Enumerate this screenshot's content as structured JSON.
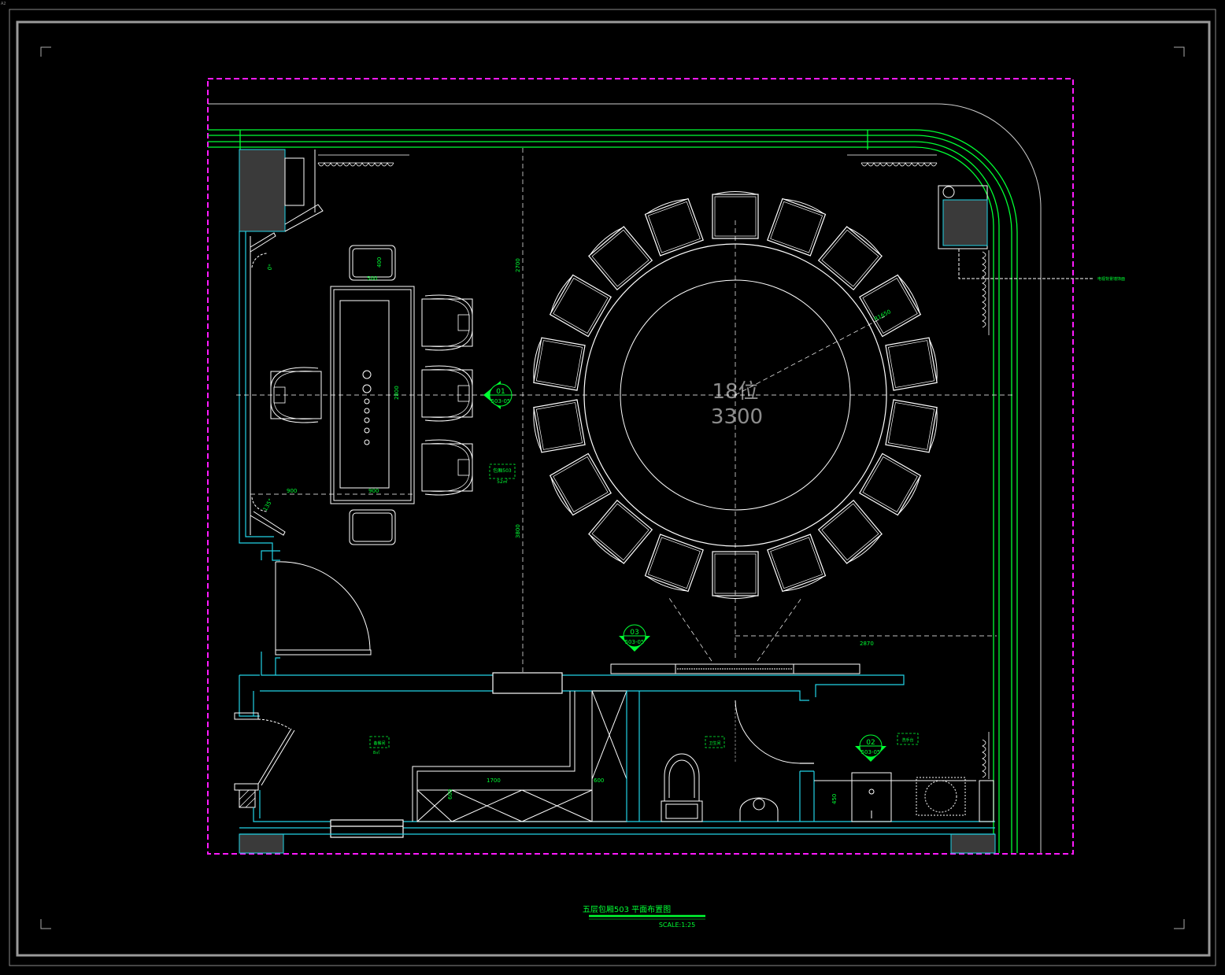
{
  "drawing": {
    "title": "五层包厢503 平面布置图",
    "scale": "SCALE:1:25",
    "sheet_corner_text": "A2"
  },
  "round_table": {
    "seats_label": "18位",
    "diameter_label": "3300",
    "radius_tag": "R1650",
    "chair_count": 18
  },
  "dimensions": {
    "d_2700": "2700",
    "d_2800": "2800",
    "d_3800": "3800",
    "d_2870": "2870",
    "d_900a": "900",
    "d_900b": "900",
    "d_500": "500",
    "d_400": "400",
    "d_1700": "1700",
    "d_600a": "600",
    "d_600b": "600",
    "d_450": "450"
  },
  "angle_tags": {
    "a1": "0°",
    "a2": "135°"
  },
  "index_markers": [
    {
      "num": "01",
      "ref": "503-05"
    },
    {
      "num": "03",
      "ref": "503-05"
    },
    {
      "num": "02",
      "ref": "503-05"
    }
  ],
  "room_tags": {
    "main": {
      "name": "包厢503",
      "area": "52㎡"
    },
    "pantry": {
      "name": "备餐间",
      "area": "8㎡"
    },
    "wc": {
      "name": "卫生间"
    },
    "basin": {
      "name": "洗手台"
    }
  },
  "leader_note": "电视背景墙饰面",
  "colors": {
    "background": "#000000",
    "wall_cyan": "#22d3e6",
    "line_white": "#ffffff",
    "green": "#00ff33",
    "magenta": "#ff1aff",
    "grey_fill": "#3a3a3a",
    "frame_grey": "#8a8a8a"
  }
}
